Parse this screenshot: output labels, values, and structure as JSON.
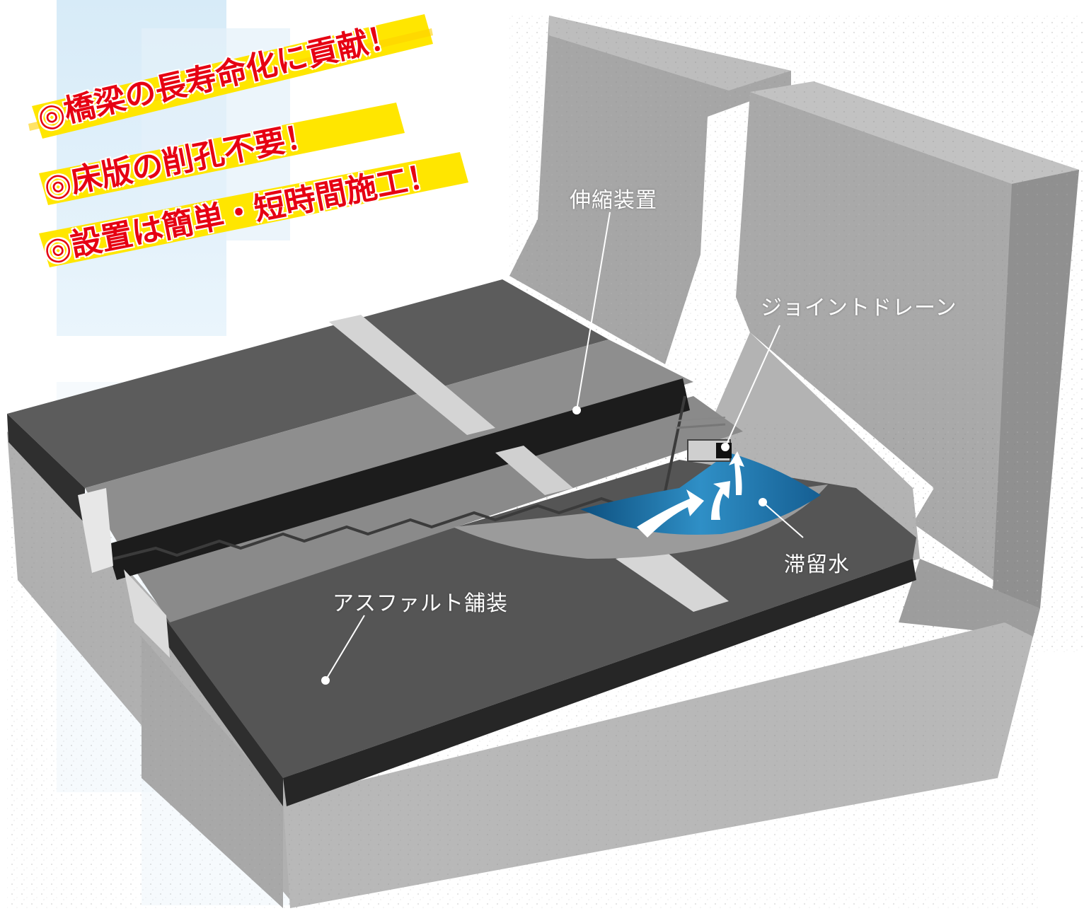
{
  "headlines": [
    "◎橋梁の長寿命化に貢献！",
    "◎床版の削孔不要！",
    "◎設置は簡単・短時間施工！"
  ],
  "labels": {
    "expansion_joint": "伸縮装置",
    "joint_drain": "ジョイントドレーン",
    "stagnant_water": "滞留水",
    "asphalt_pavement": "アスファルト舗装"
  },
  "colors": {
    "headline_text": "#e60012",
    "highlight": "#ffe600",
    "concrete": "#a9a9a9",
    "asphalt": "#5c5c5c",
    "water": "#1b6fa6",
    "label_text": "#ffffff"
  }
}
